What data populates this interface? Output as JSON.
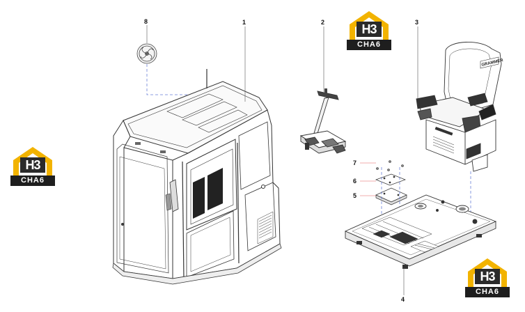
{
  "callouts": {
    "c1": "1",
    "c2": "2",
    "c3": "3",
    "c4": "4",
    "c5": "5",
    "c6": "6",
    "c7": "7",
    "c8": "8"
  },
  "watermark": {
    "mark": "H3",
    "word": "CHA6",
    "brand_color": "#f2b300"
  },
  "seat_brand": "GRAMMER"
}
